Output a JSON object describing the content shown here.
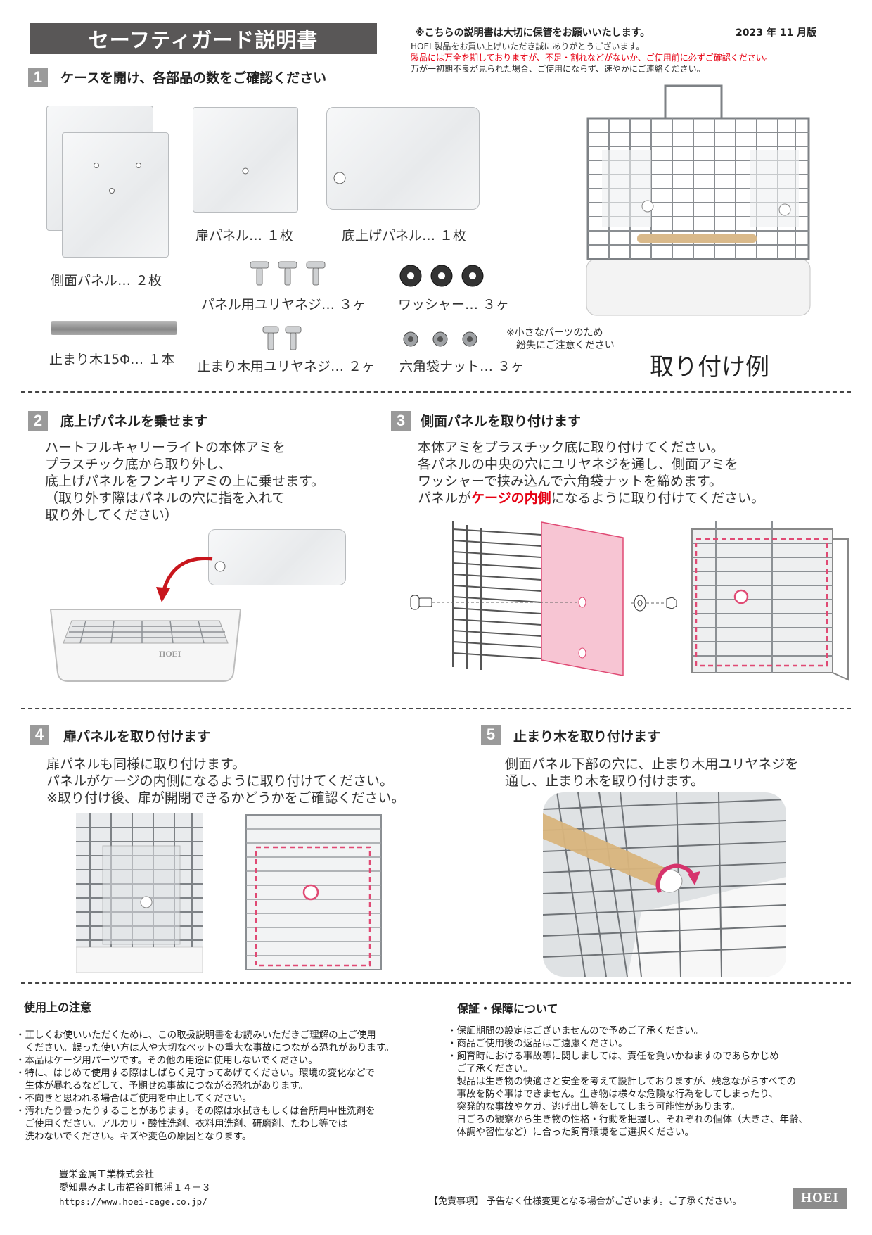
{
  "title": "セーフティガード説明書",
  "header_notes": {
    "keep": "※こちらの説明書は大切に保管をお願いいたします。",
    "version": "2023 年 11 月版",
    "line1": "HOEI 製品をお買い上げいただき誠にありがとうございます。",
    "line2": "製品には万全を期しておりますが、不足・割れなどがないか、ご使用前に必ずご確認ください。",
    "line3": "万が一初期不良が見られた場合、ご使用にならず、速やかにご連絡ください。"
  },
  "section1": {
    "num": "1",
    "title": "ケースを開け、各部品の数をご確認ください",
    "parts": {
      "side_panel": "側面パネル… ２枚",
      "door_panel": "扉パネル… １枚",
      "bottom_panel": "底上げパネル… １枚",
      "panel_screw": "パネル用ユリヤネジ… ３ヶ",
      "washer": "ワッシャー… ３ヶ",
      "perch": "止まり木15Φ… １本",
      "perch_screw": "止まり木用ユリヤネジ… ２ヶ",
      "hex_nut": "六角袋ナット… ３ヶ"
    },
    "small_parts_note1": "※小さなパーツのため",
    "small_parts_note2": "紛失にご注意ください",
    "example_label": "取り付け例"
  },
  "section2": {
    "num": "2",
    "title": "底上げパネルを乗せます",
    "lines": [
      "ハートフルキャリーライトの本体アミを",
      "プラスチック底から取り外し、",
      "底上げパネルをフンキリアミの上に乗せます。",
      "（取り外す際はパネルの穴に指を入れて",
      "取り外してください）"
    ],
    "brand_mark": "HOEI"
  },
  "section3": {
    "num": "3",
    "title": "側面パネルを取り付けます",
    "lines": [
      "本体アミをプラスチック底に取り付けてください。",
      "各パネルの中央の穴にユリヤネジを通し、側面アミを",
      "ワッシャーで挟み込んで六角袋ナットを締めます。"
    ],
    "line4_pre": "パネルが",
    "line4_red": "ケージの内側",
    "line4_post": "になるように取り付けてください。"
  },
  "section4": {
    "num": "4",
    "title": "扉パネルを取り付けます",
    "lines": [
      "扉パネルも同様に取り付けます。",
      "パネルがケージの内側になるように取り付けてください。",
      "※取り付け後、扉が開閉できるかどうかをご確認ください。"
    ]
  },
  "section5": {
    "num": "5",
    "title": "止まり木を取り付けます",
    "lines": [
      "側面パネル下部の穴に、止まり木用ユリヤネジを",
      "通し、止まり木を取り付けます。"
    ]
  },
  "cautions": {
    "title": "使用上の注意",
    "lines": [
      "・正しくお使いいただくために、この取扱説明書をお読みいただきご理解の上ご使用",
      "　ください。誤った使い方は人や大切なペットの重大な事故につながる恐れがあります。",
      "・本品はケージ用パーツです。その他の用途に使用しないでください。",
      "・特に、はじめて使用する際はしばらく見守ってあげてください。環境の変化などで",
      "　生体が暴れるなどして、予期せぬ事故につながる恐れがあります。",
      "・不向きと思われる場合はご使用を中止してください。",
      "・汚れたり曇ったりすることがあります。その際は水拭きもしくは台所用中性洗剤を",
      "　ご使用ください。アルカリ・酸性洗剤、衣料用洗剤、研磨剤、たわし等では",
      "　洗わないでください。キズや変色の原因となります。"
    ]
  },
  "warranty": {
    "title": "保証・保障について",
    "lines": [
      "・保証期間の設定はございませんので予めご了承ください。",
      "・商品ご使用後の返品はご遠慮ください。",
      "・飼育時における事故等に関しましては、責任を負いかねますのであらかじめ",
      "　ご了承ください。",
      "　製品は生き物の快適さと安全を考えて設計しておりますが、残念ながらすべての",
      "　事故を防ぐ事はできません。生き物は様々な危険な行為をしてしまったり、",
      "　突発的な事故やケガ、逃げ出し等をしてしまう可能性があります。",
      "　日ごろの観察から生き物の性格・行動を把握し、それぞれの個体（大きさ、年齢、",
      "　体調や習性など）に合った飼育環境をご選択ください。"
    ]
  },
  "company": {
    "name": "豊栄金属工業株式会社",
    "address": "愛知県みよし市福谷町根浦１４－３",
    "url": "https://www.hoei-cage.co.jp/"
  },
  "disclaimer": "【免責事項】 予告なく仕様変更となる場合がございます。ご了承ください。",
  "logo": "HOEI"
}
